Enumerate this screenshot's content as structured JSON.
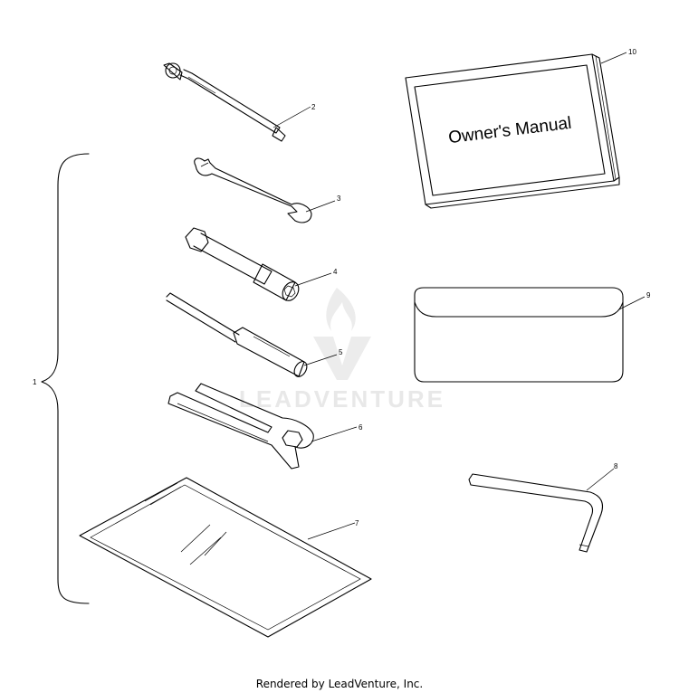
{
  "callouts": {
    "c1": "1",
    "c2": "2",
    "c3": "3",
    "c4": "4",
    "c5": "5",
    "c6": "6",
    "c7": "7",
    "c8": "8",
    "c9": "9",
    "c10": "10"
  },
  "manual": {
    "cover_title": "Owner's Manual"
  },
  "watermark": {
    "text": "LEADVENTURE"
  },
  "footer": {
    "credit": "Rendered by LeadVenture, Inc."
  },
  "colors": {
    "ink": "#000000",
    "watermark": "#e6e6e6",
    "paper": "#ffffff"
  },
  "icons": [
    "leadventure-logo-icon"
  ]
}
